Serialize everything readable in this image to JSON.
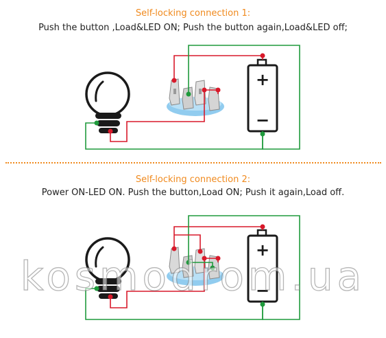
{
  "section1": {
    "title": "Self-locking connection 1:",
    "description": "Push the button ,Load&LED ON; Push the button again,Load&LED off;"
  },
  "section2": {
    "title": "Self-locking connection 2:",
    "description": "Power ON-LED ON.  Push the button,Load ON;  Push it again,Load off."
  },
  "battery": {
    "plus": "+",
    "minus": "−"
  },
  "watermark": "kosmodrom.ua",
  "colors": {
    "accent": "#f08a1e",
    "wire_red": "#d8192a",
    "wire_green": "#1f9a3c",
    "switch_blue": "#7ec3ec"
  },
  "icons": [
    "light-bulb-icon",
    "push-button-switch-icon",
    "battery-icon"
  ]
}
